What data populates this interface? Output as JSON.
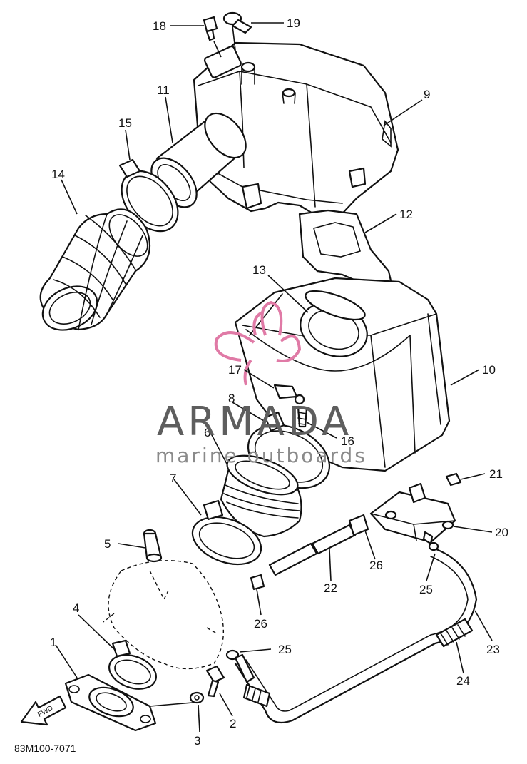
{
  "callouts": {
    "c1": "1",
    "c2": "2",
    "c3": "3",
    "c4": "4",
    "c5": "5",
    "c6": "6",
    "c7": "7",
    "c8": "8",
    "c9": "9",
    "c10": "10",
    "c11": "11",
    "c12": "12",
    "c13": "13",
    "c14": "14",
    "c15": "15",
    "c16": "16",
    "c17": "17",
    "c18": "18",
    "c19": "19",
    "c20": "20",
    "c21": "21",
    "c22": "22",
    "c23": "23",
    "c24": "24",
    "c25a": "25",
    "c25b": "25",
    "c26a": "26",
    "c26b": "26"
  },
  "fwd_label": "FWD",
  "drawing_code": "83M100-7071",
  "watermark": {
    "brand": "ARMADA",
    "tagline": "marine outboards",
    "logo_color": "#e07aa6"
  },
  "colors": {
    "line": "#111111",
    "background": "#ffffff"
  }
}
